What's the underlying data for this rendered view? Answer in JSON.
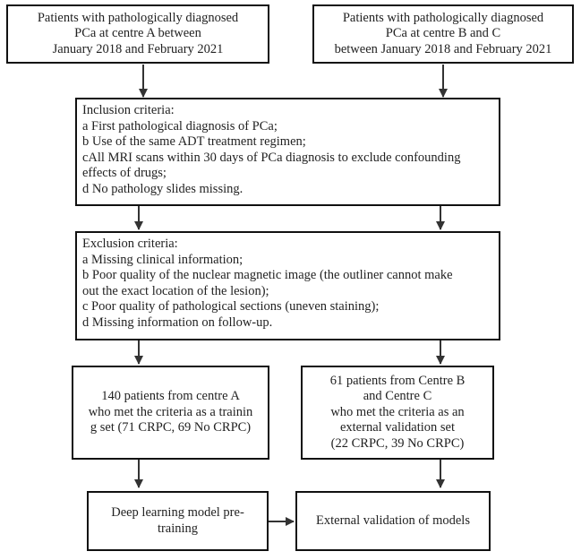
{
  "source_a": {
    "lines": [
      "Patients with pathologically diagnosed",
      "PCa at centre A between",
      "January 2018 and February 2021"
    ]
  },
  "source_bc": {
    "lines": [
      "Patients with pathologically diagnosed",
      "PCa at centre B and C",
      "between January 2018 and February 2021"
    ]
  },
  "inclusion": {
    "lines": [
      "Inclusion criteria:",
      "a First pathological diagnosis of PCa;",
      "b Use of the same ADT treatment regimen;",
      "cAll MRI scans within 30 days of PCa diagnosis to exclude confounding",
      "effects of drugs;",
      "d No pathology slides missing."
    ]
  },
  "exclusion": {
    "lines": [
      "Exclusion criteria:",
      "a Missing clinical information;",
      "b Poor quality of the nuclear magnetic image (the outliner cannot make",
      "out the exact location of the lesion);",
      "c Poor quality of pathological sections (uneven staining);",
      "d Missing information on follow-up."
    ]
  },
  "training_set": {
    "lines": [
      "140 patients from centre A",
      "who met the criteria as a trainin",
      "g set (71 CRPC, 69 No CRPC)"
    ]
  },
  "validation_set": {
    "lines": [
      "61 patients from Centre B",
      "and Centre C",
      "who met the criteria as an",
      "external validation set",
      "(22 CRPC, 39 No CRPC)"
    ]
  },
  "pretraining": {
    "lines": [
      "Deep learning model pre-",
      "training"
    ]
  },
  "external_validation": {
    "lines": [
      "External validation of models"
    ]
  }
}
